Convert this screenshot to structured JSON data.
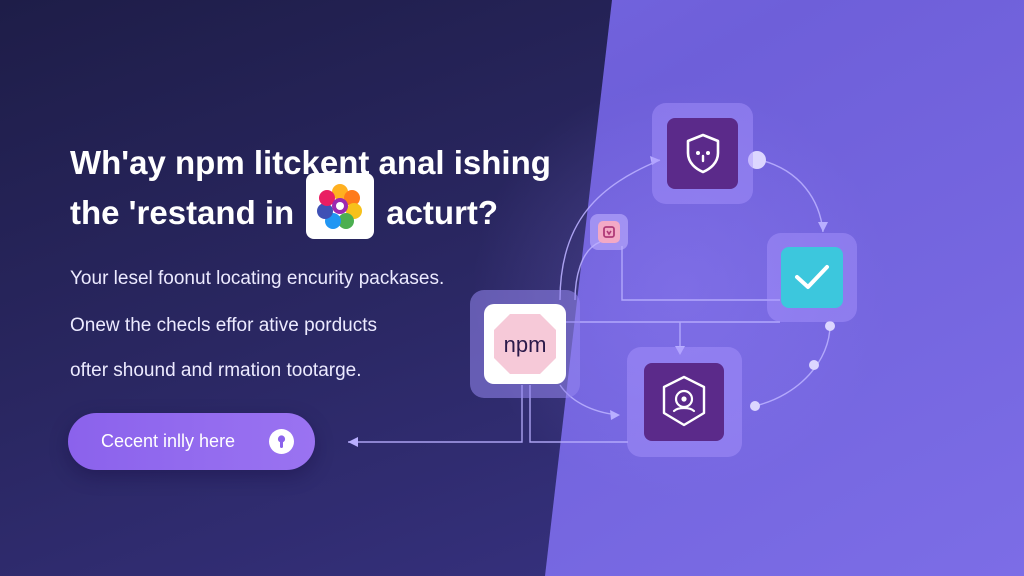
{
  "headline": {
    "line1": "Wh'ay npm litckent anal ishing",
    "line2_before": "the 'restand in",
    "line2_after": "acturt?"
  },
  "body": {
    "line1": "Your lesel foonut locating encurity packases.",
    "line2": "Onew the checls effor ative porducts",
    "line3": "ofter shound and rmation tootarge."
  },
  "cta": {
    "label": "Cecent inlly here",
    "icon": "keyhole-icon"
  },
  "diagram": {
    "npm_label": "npm",
    "nodes": [
      "shield-icon",
      "checkmark-icon",
      "npm-package-icon",
      "security-scan-icon",
      "tag-icon"
    ]
  },
  "colors": {
    "bg_dark": "#1e1d48",
    "bg_purple": "#7a6ce6",
    "accent_button": "#8b62ec",
    "node_purple": "#5b2a8a",
    "check_cyan": "#3cc7dd",
    "npm_pink": "#f6c9d8"
  }
}
